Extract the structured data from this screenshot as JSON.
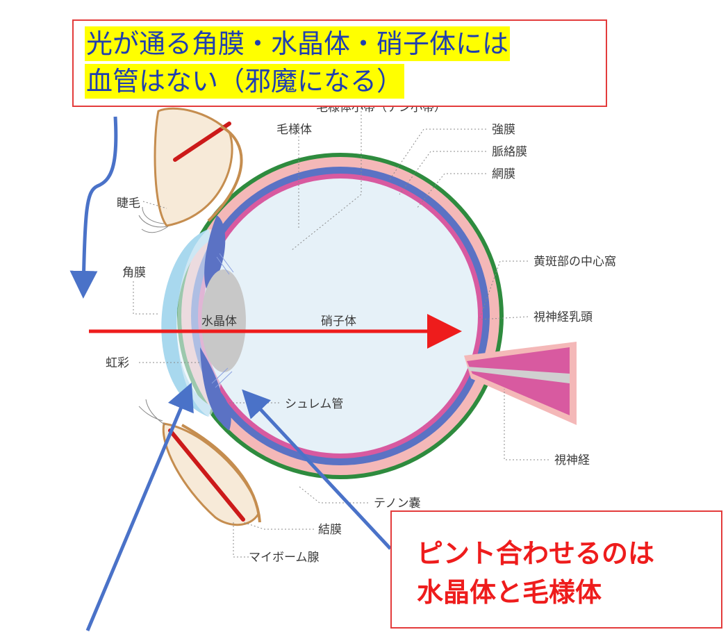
{
  "callouts": {
    "top": [
      "光が通る角膜・水晶体・硝子体には",
      "血管はない（邪魔になる）"
    ],
    "bottom": [
      "ピント合わせるのは",
      "水晶体と毛様体"
    ]
  },
  "labels": {
    "zonule": "毛様体小帯（チン小帯）",
    "ciliary_body": "毛様体",
    "sclera": "強膜",
    "choroid": "脈絡膜",
    "retina": "網膜",
    "eyelash": "睫毛",
    "cornea": "角膜",
    "fovea": "黄斑部の中心窩",
    "lens": "水晶体",
    "vitreous": "硝子体",
    "optic_disc": "視神経乳頭",
    "iris": "虹彩",
    "schlemm": "シュレム管",
    "optic_nerve": "視神経",
    "tenon": "テノン嚢",
    "conjunctiva": "結膜",
    "meibomian": "マイボーム腺"
  },
  "colors": {
    "sclera_green": "#2e8b3e",
    "choroid_pink": "#f4b8b8",
    "uvea_blue": "#5b72c4",
    "retina_magenta": "#d85aa0",
    "vitreous_fill": "#e6f1f8",
    "lens_gray": "#c8c8c8",
    "cornea_lightblue": "#a8d8ee",
    "arrow_red": "#ee1c1c",
    "arrow_blue": "#4a72c8"
  }
}
